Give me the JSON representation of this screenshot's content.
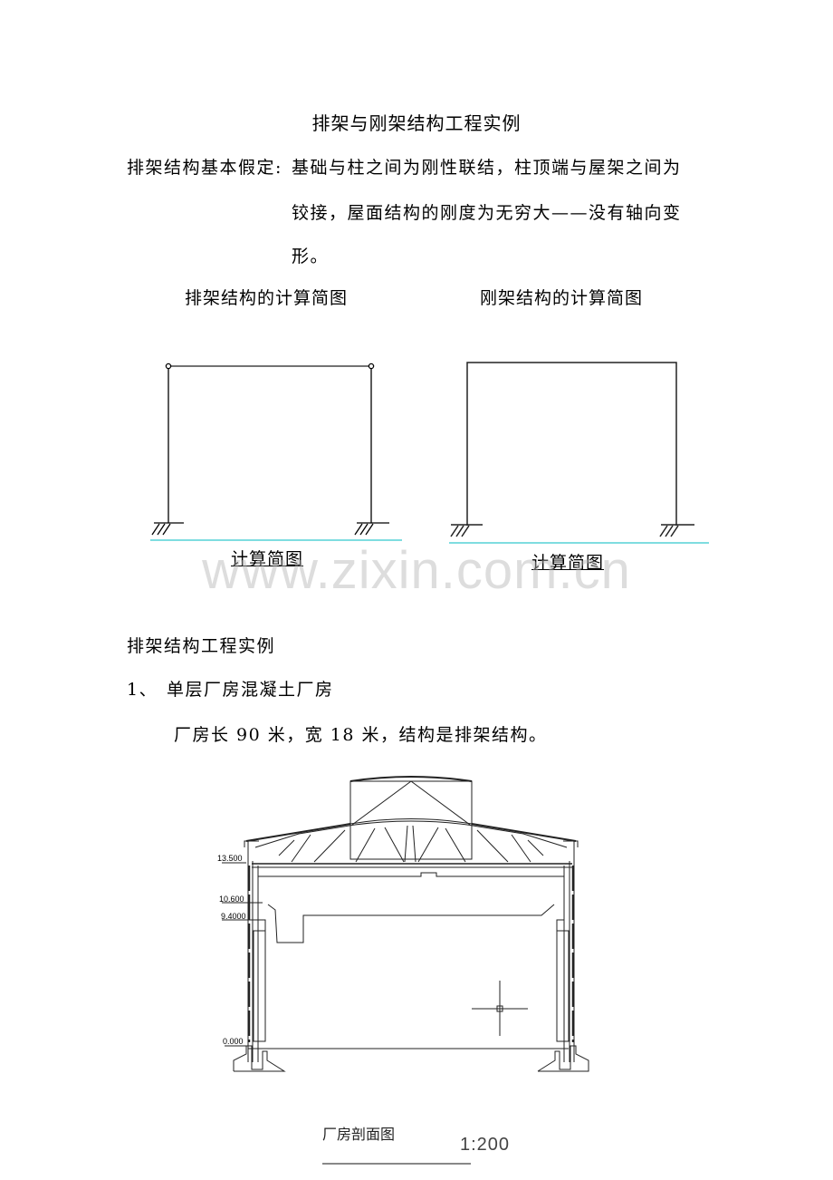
{
  "document": {
    "title": "排架与刚架结构工程实例",
    "assumption": {
      "term": "排架结构基本假定:",
      "lines": [
        "基础与柱之间为刚性联结，柱顶端与屋架之间为",
        "铰接，屋面结构的刚度为无穷大——没有轴向变",
        "形。"
      ]
    },
    "diagrams": [
      {
        "title": "排架结构的计算简图",
        "caption": "计算简图",
        "type": "hinged-bent-frame"
      },
      {
        "title": "刚架结构的计算简图",
        "caption": "计算简图",
        "type": "rigid-frame"
      }
    ],
    "watermark": "www.zixin.com.cn",
    "section_heading": "排架结构工程实例",
    "item": {
      "number": "1、",
      "title": "单层厂房混凝土厂房"
    },
    "description": "厂房长 90 米，宽 18 米，结构是排架结构。",
    "cad_drawing": {
      "title": "厂房剖面图",
      "scale": "1:200",
      "elevations": [
        "13.500",
        "10.600",
        "9.4000",
        "0.000"
      ]
    },
    "colors": {
      "ground_line": "#7fdde0",
      "line": "#000000"
    }
  }
}
